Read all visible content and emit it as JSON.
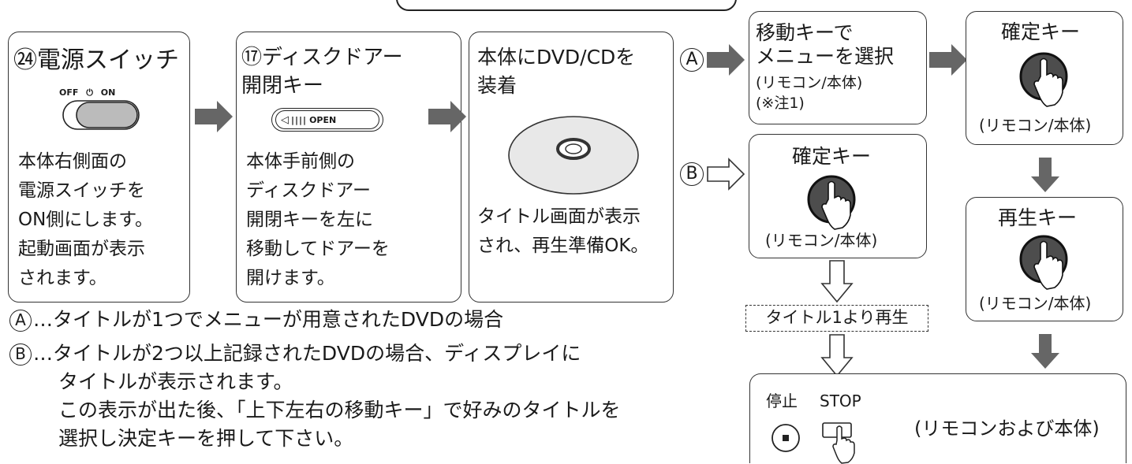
{
  "step1": {
    "title": "㉔電源スイッチ",
    "switch_off": "OFF",
    "switch_power": "⏻",
    "switch_on": "ON",
    "desc": [
      "本体右側面の",
      "電源スイッチを",
      "ON側にします。",
      "起動画面が表示",
      "されます。"
    ]
  },
  "step2": {
    "title_line1": "⑰ディスクドアー",
    "title_line2": "開閉キー",
    "key_label": "OPEN",
    "desc": [
      "本体手前側の",
      "ディスクドアー",
      "開閉キーを左に",
      "移動してドアーを",
      "開けます。"
    ]
  },
  "step3": {
    "title_line1": "本体にDVD/CDを",
    "title_line2": "装着",
    "desc": [
      "タイトル画面が表示",
      "され、再生準備OK。"
    ]
  },
  "branch_a": {
    "marker": "A",
    "line1": "移動キーで",
    "line2": "メニューを選択",
    "line3": "(リモコン/本体)",
    "line4": "(※注1)"
  },
  "confirm_a": {
    "title": "確定キー",
    "sub": "(リモコン/本体)"
  },
  "branch_b": {
    "marker": "B",
    "title": "確定キー",
    "sub": "(リモコン/本体)"
  },
  "title_play": "タイトル1より再生",
  "play": {
    "title": "再生キー",
    "sub": "(リモコン/本体)"
  },
  "stop": {
    "label_stop_jp": "停止",
    "label_stop_en": "STOP",
    "label_both": "(リモコンおよび本体)"
  },
  "notes": {
    "a_marker": "A",
    "a_text": "…タイトルが1つでメニューが用意されたDVDの場合",
    "b_marker": "B",
    "b_text": "…タイトルが2つ以上記録されたDVDの場合、ディスプレイに",
    "b_line2": "タイトルが表示されます。",
    "b_line3": "この表示が出た後、「上下左右の移動キー」で好みのタイトルを",
    "b_line4": "選択し決定キーを押して下さい。"
  }
}
